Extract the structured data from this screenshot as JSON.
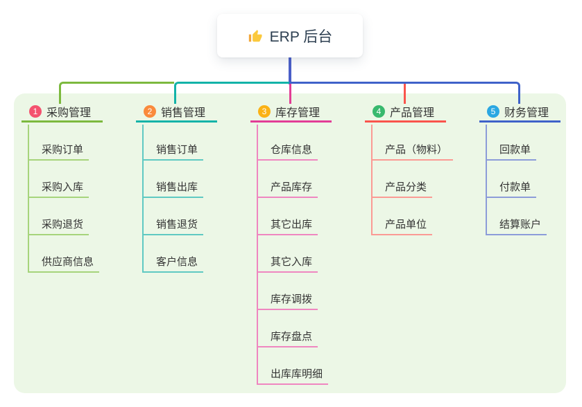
{
  "root": {
    "title": "ERP 后台",
    "icon": "thumbs-up-icon"
  },
  "canvas": {
    "panel_bg": "#ecf7e6",
    "page_bg": "#ffffff",
    "text_color": "#333333",
    "root_text_color": "#2c3e50"
  },
  "connector_colors": {
    "root_line": "#4a5ec8"
  },
  "branches": [
    {
      "num": "1",
      "label": "采购管理",
      "badge_color": "#f4526f",
      "line_thick": "#7cb93e",
      "line_thin": "#a6d47b",
      "items": [
        "采购订单",
        "采购入库",
        "采购退货",
        "供应商信息"
      ]
    },
    {
      "num": "2",
      "label": "销售管理",
      "badge_color": "#fa8a3c",
      "line_thick": "#12b3a8",
      "line_thin": "#5fc9c2",
      "items": [
        "销售订单",
        "销售出库",
        "销售退货",
        "客户信息"
      ]
    },
    {
      "num": "3",
      "label": "库存管理",
      "badge_color": "#fbb215",
      "line_thick": "#e23d96",
      "line_thin": "#ef86c0",
      "items": [
        "仓库信息",
        "产品库存",
        "其它出库",
        "其它入库",
        "库存调拨",
        "库存盘点",
        "出库库明细"
      ]
    },
    {
      "num": "4",
      "label": "产品管理",
      "badge_color": "#38b96e",
      "line_thick": "#fa544c",
      "line_thin": "#fb9a94",
      "items": [
        "产品（物料）",
        "产品分类",
        "产品单位"
      ]
    },
    {
      "num": "5",
      "label": "财务管理",
      "badge_color": "#2aa7e2",
      "line_thick": "#3f62c9",
      "line_thin": "#8c9cd9",
      "items": [
        "回款单",
        "付款单",
        "结算账户"
      ]
    }
  ]
}
